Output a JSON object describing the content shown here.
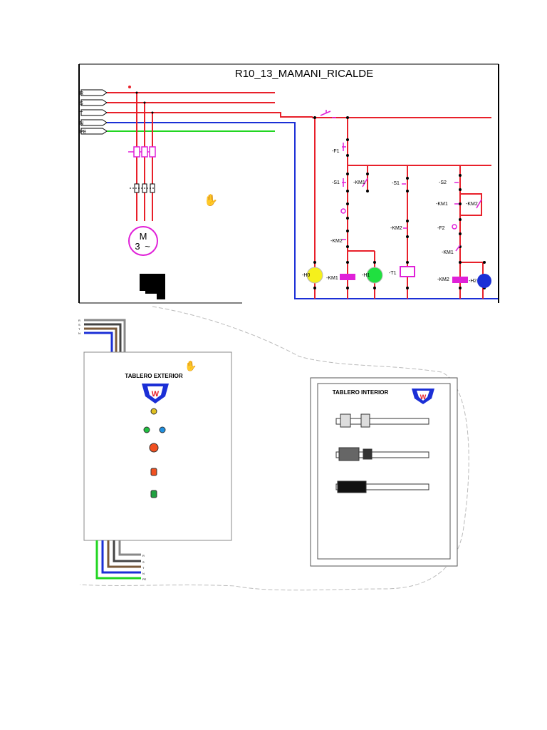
{
  "schematic": {
    "title": "R10_13_MAMANI_RICALDE",
    "lines": [
      {
        "label": "R",
        "color": "#e8202a"
      },
      {
        "label": "S",
        "color": "#e8202a"
      },
      {
        "label": "T",
        "color": "#e8202a"
      },
      {
        "label": "N",
        "color": "#1b2fd6"
      },
      {
        "label": "PE",
        "color": "#22d622"
      }
    ],
    "motor": {
      "line1": "M",
      "line2": "3",
      "symbol": "~"
    },
    "tags": {
      "h0": "-H0",
      "h1": "-H1",
      "h2": "-H2",
      "km1": "-KM1",
      "km2": "-KM2",
      "t1": "-T1",
      "s1": "-S1",
      "s2": "-S2",
      "f1": "-F1",
      "f2": "-F2"
    },
    "colors": {
      "phase": "#e8202a",
      "neutral": "#1b2fd6",
      "earth": "#22d622",
      "device": "#e020d8",
      "lamp_yellow": "#f5f01c",
      "lamp_green": "#20e040",
      "lamp_blue": "#1b2fd6"
    }
  },
  "panels": {
    "exterior": {
      "title": "TABLERO EXTERIOR",
      "wire_labels": [
        "R",
        "S",
        "T",
        "N",
        "PE"
      ]
    },
    "interior": {
      "title": "TABLERO INTERIOR"
    }
  }
}
